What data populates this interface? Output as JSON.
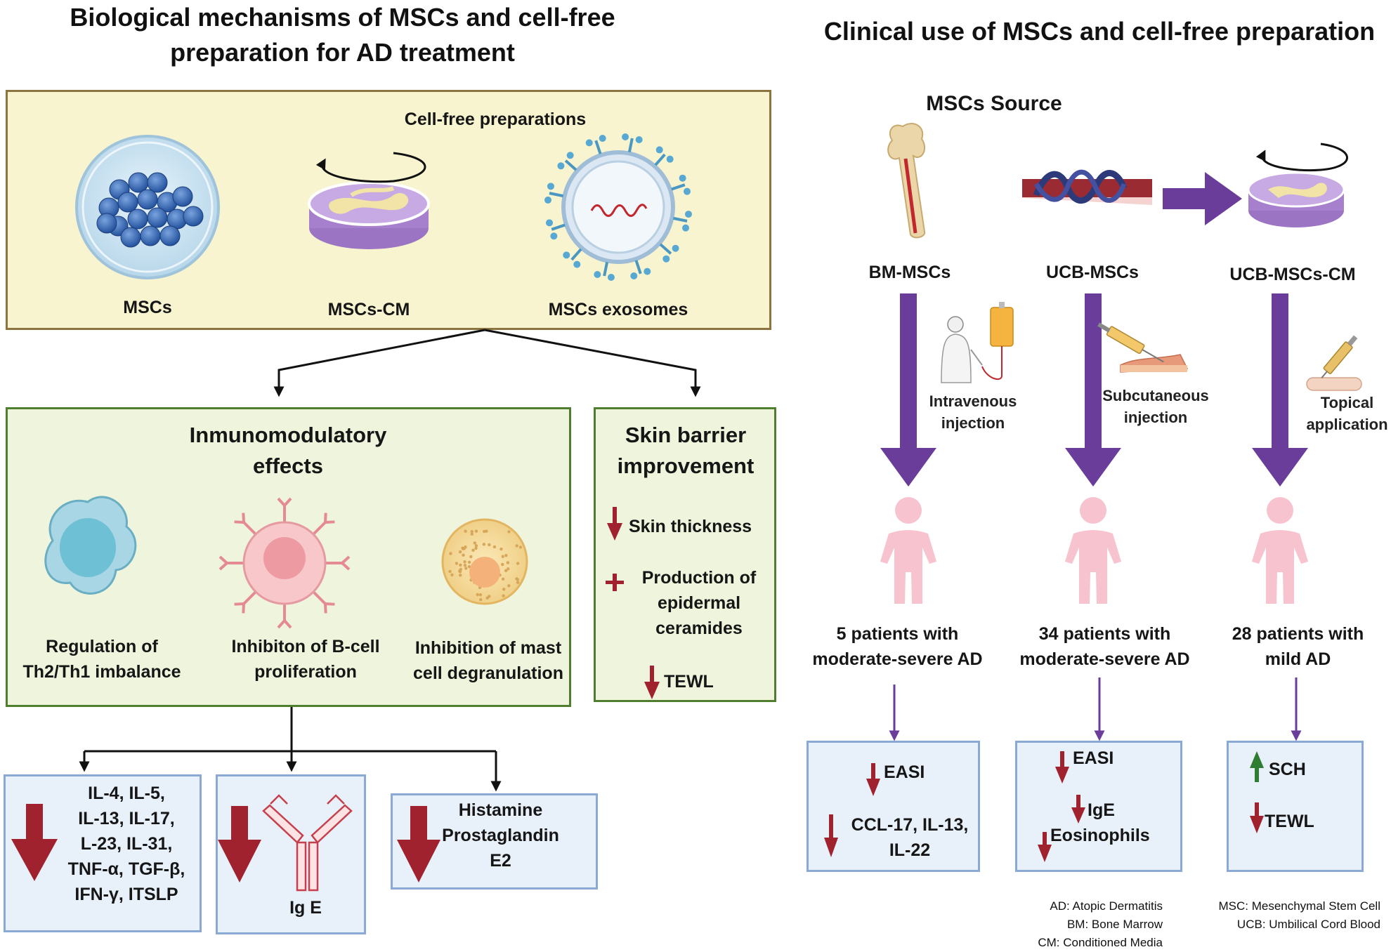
{
  "left": {
    "title_line1": "Biological mechanisms of MSCs and cell-free",
    "title_line2": "preparation for AD treatment",
    "cellfree_label": "Cell-free preparations",
    "items": {
      "mscs": "MSCs",
      "mscs_cm": "MSCs-CM",
      "exosomes": "MSCs exosomes"
    },
    "immuno": {
      "title_line1": "Inmunomodulatory",
      "title_line2": "effects",
      "cells": [
        {
          "line1": "Regulation of",
          "line2": "Th2/Th1 imbalance"
        },
        {
          "line1": "Inhibiton of B-cell",
          "line2": "proliferation"
        },
        {
          "line1": "Inhibition of mast",
          "line2": "cell degranulation"
        }
      ]
    },
    "skin": {
      "title_line1": "Skin barrier",
      "title_line2": "improvement",
      "item1": "Skin thickness",
      "item2_line1": "Production of",
      "item2_line2": "epidermal",
      "item2_line3": "ceramides",
      "item3": "TEWL"
    },
    "outcomes": {
      "cytokines": [
        "IL-4, IL-5,",
        "IL-13, IL-17,",
        "L-23, IL-31,",
        "TNF-α, TGF-β,",
        "IFN-γ, ITSLP"
      ],
      "ige": "Ig E",
      "histamine": [
        "Histamine",
        "Prostaglandin",
        "E2"
      ]
    }
  },
  "right": {
    "title": "Clinical use of MSCs and cell-free preparation",
    "source_label": "MSCs Source",
    "columns": [
      {
        "name": "BM-MSCs",
        "route_line1": "Intravenous",
        "route_line2": "injection",
        "patients_line1": "5 patients with",
        "patients_line2": "moderate-severe AD",
        "results": [
          "EASI",
          "CCL-17, IL-13,",
          "IL-22"
        ]
      },
      {
        "name": "UCB-MSCs",
        "route_line1": "Subcutaneous",
        "route_line2": "injection",
        "patients_line1": "34 patients with",
        "patients_line2": "moderate-severe AD",
        "results": [
          "EASI",
          "IgE",
          "Eosinophils"
        ]
      },
      {
        "name": "UCB-MSCs-CM",
        "route_line1": "Topical",
        "route_line2": "application",
        "patients_line1": "28 patients with",
        "patients_line2": "mild AD",
        "results": [
          "SCH",
          "TEWL"
        ]
      }
    ],
    "legend_left": [
      "AD: Atopic Dermatitis",
      "BM: Bone Marrow",
      "CM: Conditioned Media"
    ],
    "legend_right": [
      "MSC: Mesenchymal Stem Cell",
      "UCB: Umbilical Cord Blood"
    ]
  },
  "colors": {
    "purple_arrow": "#6a3d9a",
    "down_arrow": "#a0222e",
    "up_arrow": "#2e7d32",
    "person": "#f7c3cf"
  }
}
